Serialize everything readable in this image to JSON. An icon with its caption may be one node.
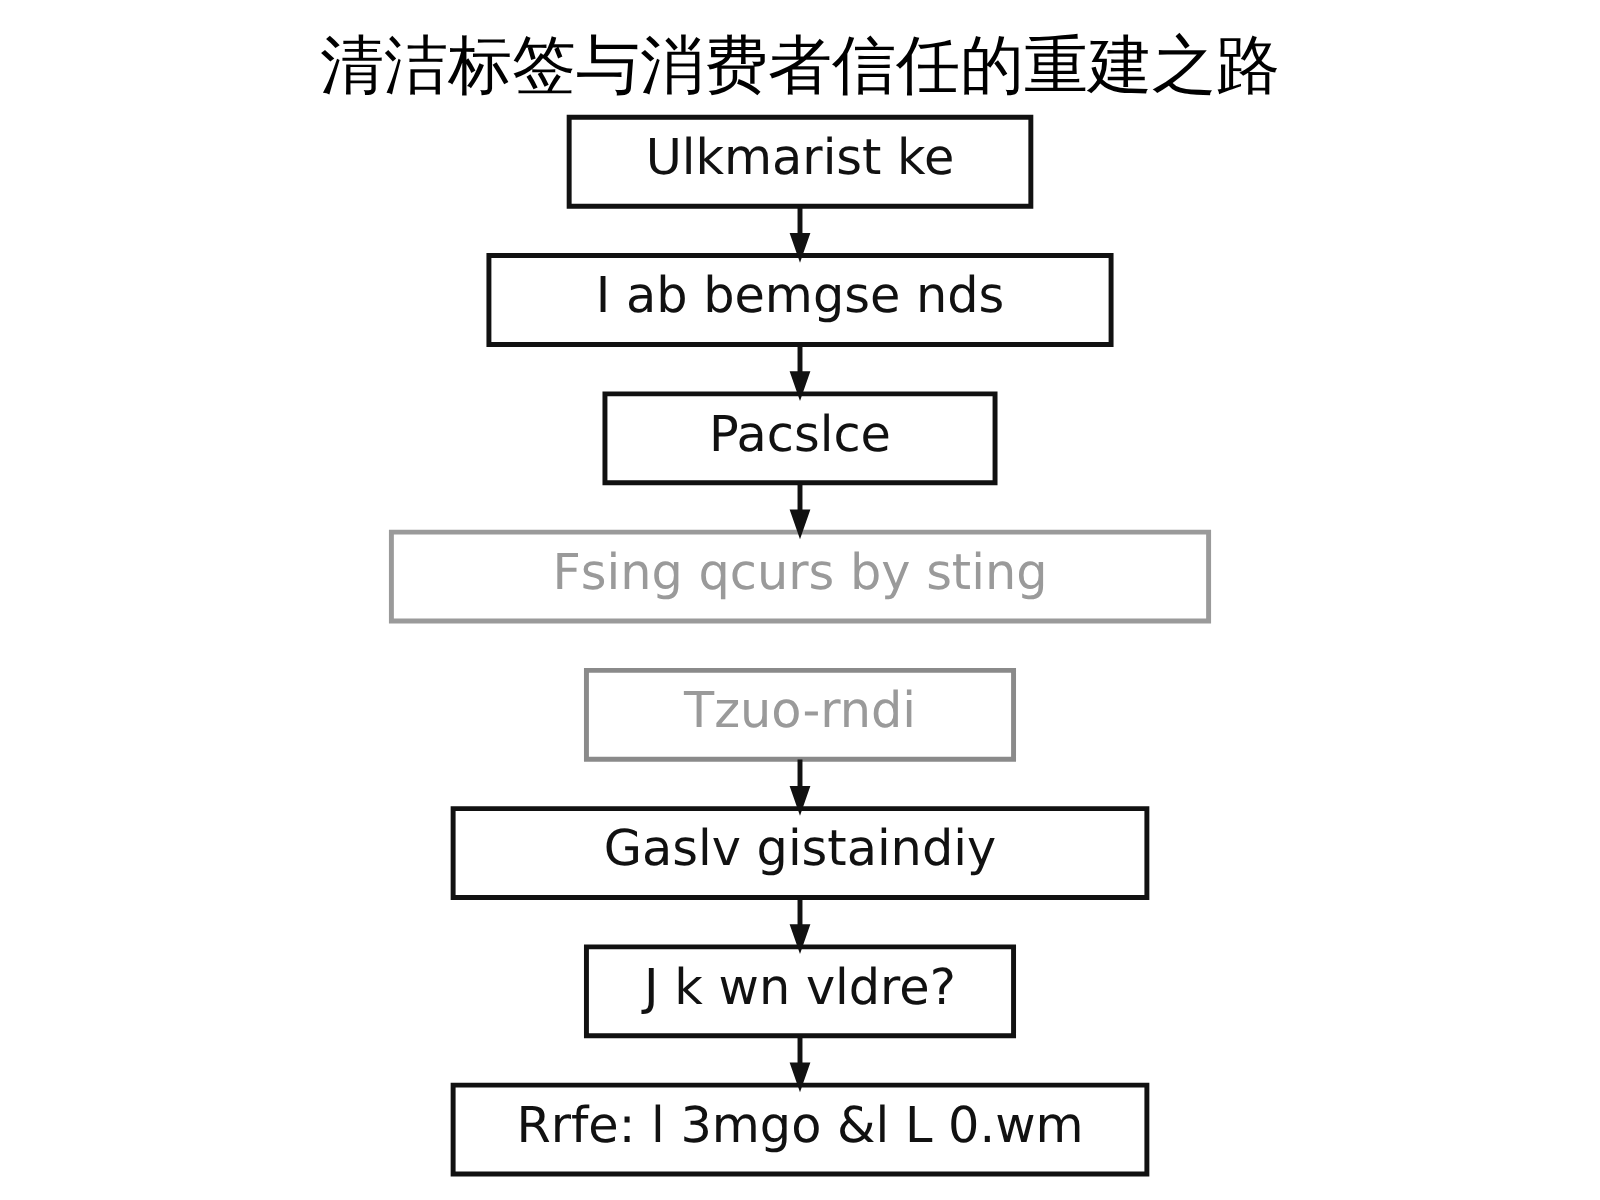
{
  "diagram": {
    "title": "清洁标签与消费者信任的重建之路",
    "nodes": [
      {
        "text": [
          "Ulkmarist ke"
        ]
      },
      {
        "text": [
          "I ab bemgse nds"
        ]
      },
      {
        "text": [
          "Pacslce"
        ]
      },
      {
        "text": [
          "Fsing qcurs by sting"
        ]
      },
      {
        "text": [
          "Tzuo-rndi"
        ]
      },
      {
        "text": [
          "Gaslv gistaindiy"
        ]
      },
      {
        "text": [
          "J k wn vldre?"
        ]
      },
      {
        "text": [
          "Rrfe: l 3mgo &l L 0.wm"
        ]
      }
    ],
    "edges": [
      {
        "from": 0,
        "to": 1,
        "arrow": "to"
      },
      {
        "from": 1,
        "to": 2,
        "arrow": "to"
      },
      {
        "from": 2,
        "to": 3,
        "arrow": "to"
      },
      {
        "from": 4,
        "to": 5,
        "arrow": "to"
      },
      {
        "from": 5,
        "to": 6,
        "arrow": "to"
      },
      {
        "from": 6,
        "to": 7,
        "arrow": "to"
      }
    ]
  }
}
